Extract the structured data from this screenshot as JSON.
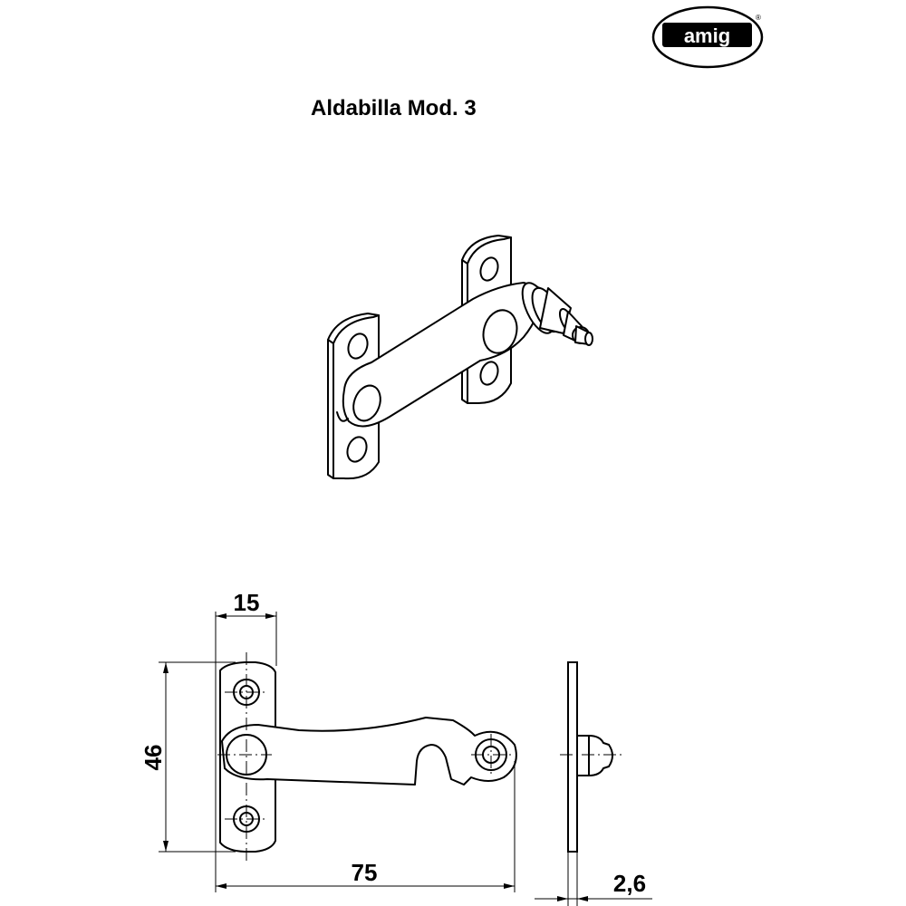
{
  "brand": {
    "name": "amig",
    "registered_mark": "®"
  },
  "title": "Aldabilla Mod. 3",
  "dimensions": {
    "plate_width": "15",
    "plate_height": "46",
    "overall_length": "75",
    "thickness": "2,6"
  },
  "colors": {
    "ink": "#000000",
    "background": "#ffffff"
  }
}
